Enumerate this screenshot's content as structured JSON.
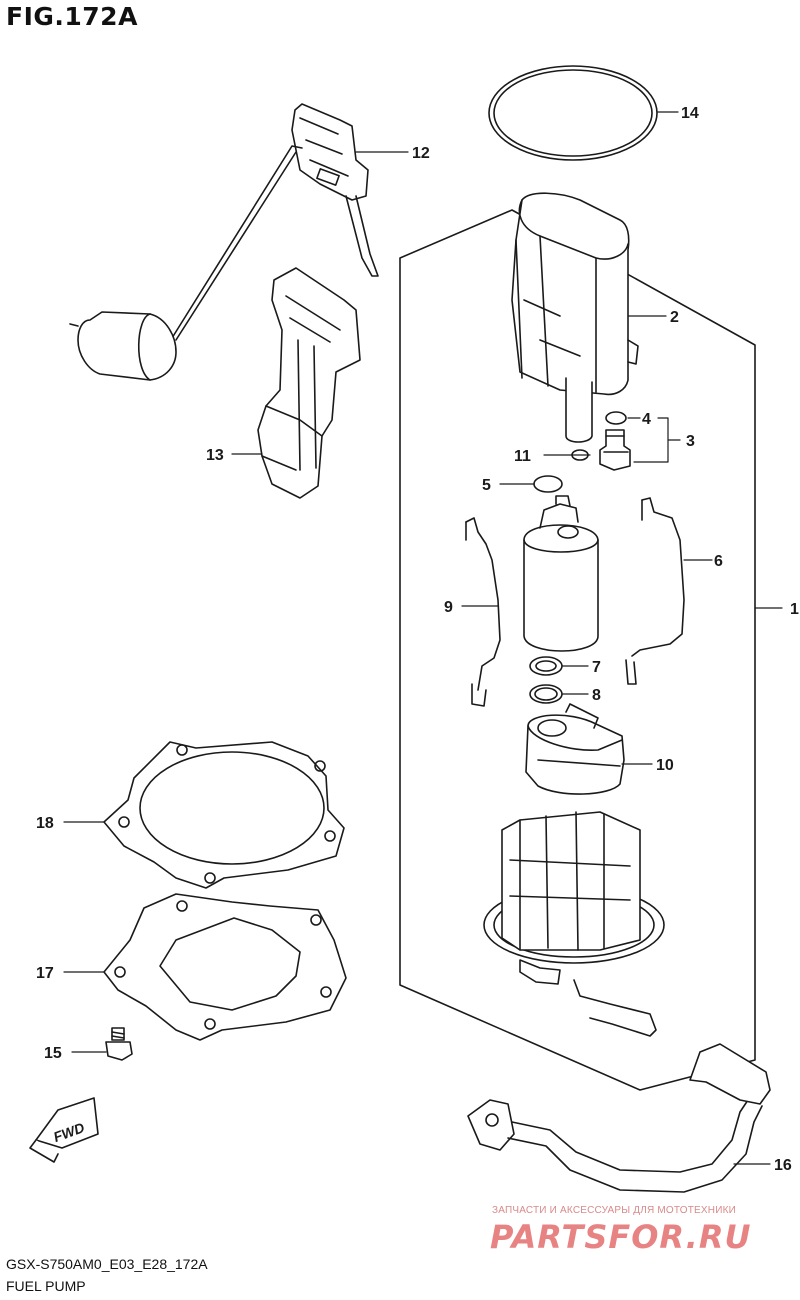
{
  "header": {
    "title": "FIG.172A"
  },
  "footer": {
    "model_code": "GSX-S750AM0_E03_E28_172A",
    "section_name": "FUEL PUMP"
  },
  "watermark": {
    "tagline": "ЗАПЧАСТИ И АКСЕССУАРЫ ДЛЯ МОТОТЕХНИКИ",
    "logo_text": "PARTSFOR.RU"
  },
  "direction_badge": {
    "label": "FWD"
  },
  "callouts": {
    "c1": "1",
    "c2": "2",
    "c3": "3",
    "c4": "4",
    "c5": "5",
    "c6": "6",
    "c7": "7",
    "c8": "8",
    "c9": "9",
    "c10": "10",
    "c11": "11",
    "c12": "12",
    "c13": "13",
    "c14": "14",
    "c15": "15",
    "c16": "16",
    "c17": "17",
    "c18": "18"
  },
  "colors": {
    "line": "#1a1a1a",
    "fill": "#ffffff",
    "watermark": "#e05a5a"
  }
}
